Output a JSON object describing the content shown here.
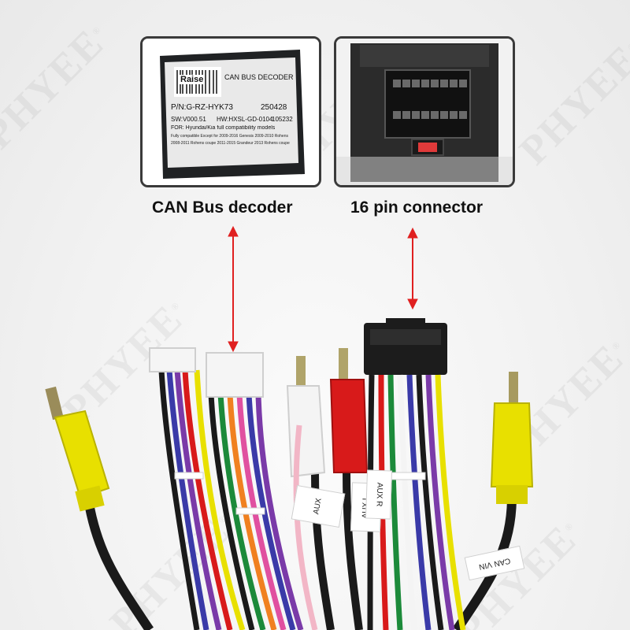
{
  "watermark": {
    "text": "PHYEE",
    "mark": "®"
  },
  "decoder": {
    "caption": "CAN Bus decoder",
    "label": {
      "brand": "Raise",
      "title": "CAN BUS DECODER",
      "part_number": "P/N:G-RZ-HYK73",
      "date_code": "250428",
      "sw": "SW:V000.51",
      "hw": "HW:HXSL-GD-0104",
      "serial": "105232",
      "for_line": "FOR: Hyundai/Kia full compatibility models",
      "compat_1": "Fully compatible Except for 2009-2016 Genesis 2009-2010 Rohens",
      "compat_2": "2008-2011 Rohens coupe 2011-2015 Grandeur 2013 Rohens coupe"
    }
  },
  "connector": {
    "caption": "16 pin connector"
  },
  "cable_tags": [
    "AUX",
    "AUX L",
    "AUX R",
    "CAN VIN"
  ],
  "colors": {
    "arrow": "#e02020",
    "rca_yellow": "#e8e000",
    "rca_red": "#d81a1a",
    "rca_white": "#f4f4f4",
    "connector_body": "#1c1c1c",
    "panel_border": "#3a3a3a"
  }
}
